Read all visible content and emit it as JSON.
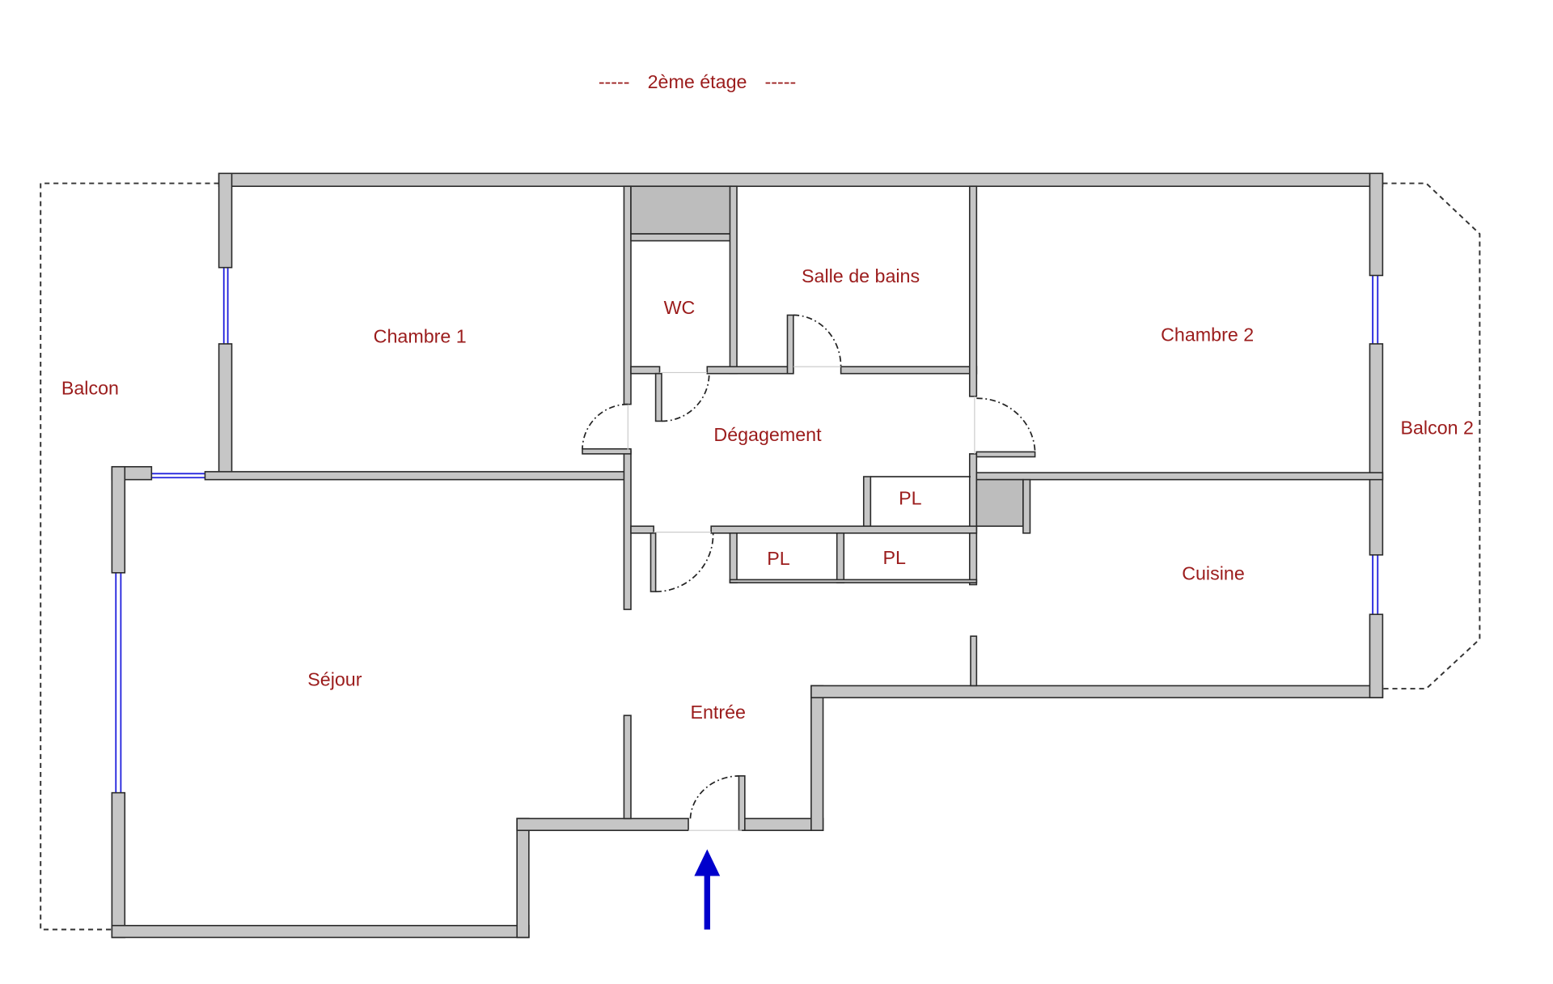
{
  "title": "2ème étage",
  "title_dashes": "-----",
  "rooms": {
    "chambre1": "Chambre 1",
    "wc": "WC",
    "salle_de_bains": "Salle de bains",
    "chambre2": "Chambre 2",
    "balcon": "Balcon",
    "balcon2": "Balcon 2",
    "degagement": "Dégagement",
    "pl1": "PL",
    "pl2": "PL",
    "pl3": "PL",
    "cuisine": "Cuisine",
    "sejour": "Séjour",
    "entree": "Entrée"
  },
  "colors": {
    "label": "#9b1c1c",
    "arrow": "#0000cc",
    "wall": "#c6c6c6",
    "window": "#2222dd"
  }
}
